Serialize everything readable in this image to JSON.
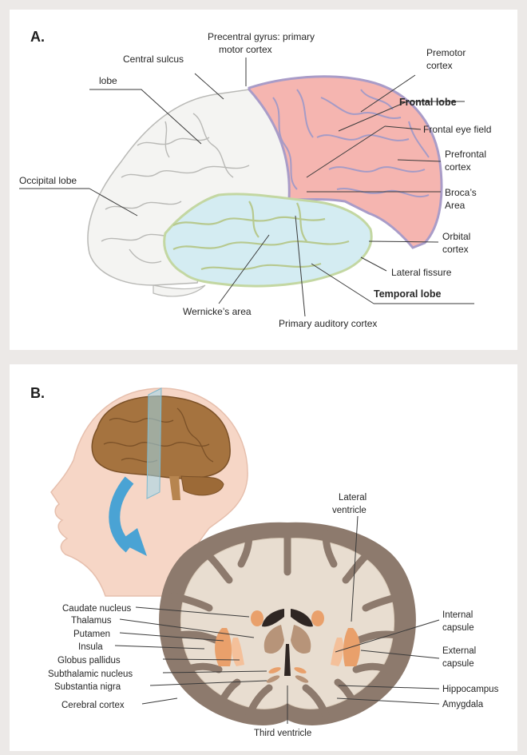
{
  "panel_a": {
    "letter": "A.",
    "labels": {
      "precentral_1": "Precentral gyrus: primary",
      "precentral_2": "motor cortex",
      "central_sulcus": "Central sulcus",
      "premotor_1": "Premotor",
      "premotor_2": "cortex",
      "lobe": "lobe",
      "frontal_lobe": "Frontal lobe",
      "frontal_eye_field": "Frontal eye field",
      "prefrontal_1": "Prefrontal",
      "prefrontal_2": "cortex",
      "occipital_lobe": "Occipital lobe",
      "brocas_1": "Broca’s",
      "brocas_2": "Area",
      "orbital_1": "Orbital",
      "orbital_2": "cortex",
      "lateral_fissure": "Lateral fissure",
      "temporal_lobe": "Temporal lobe",
      "wernickes_area": "Wernicke’s area",
      "primary_auditory": "Primary auditory cortex"
    }
  },
  "panel_b": {
    "letter": "B.",
    "labels": {
      "lateral_1": "Lateral",
      "lateral_2": "ventricle",
      "caudate": "Caudate nucleus",
      "thalamus": "Thalamus",
      "putamen": "Putamen",
      "insula": "Insula",
      "globus_pallidus": "Globus pallidus",
      "subthalamic": "Subthalamic nucleus",
      "substantia_nigra": "Substantia nigra",
      "cerebral_cortex": "Cerebral cortex",
      "internal_1": "Internal",
      "internal_2": "capsule",
      "external_1": "External",
      "external_2": "capsule",
      "hippocampus": "Hippocampus",
      "amygdala": "Amygdala",
      "third_ventricle": "Third ventricle"
    }
  },
  "colors": {
    "frontal": "#f5b5b0",
    "temporal": "#d4ecf2",
    "parietal_occipital": "#f4f4f2",
    "gray_matter": "#8a776a",
    "white_matter": "#e8ddd0",
    "basal_ganglia": "#e9a06b"
  }
}
